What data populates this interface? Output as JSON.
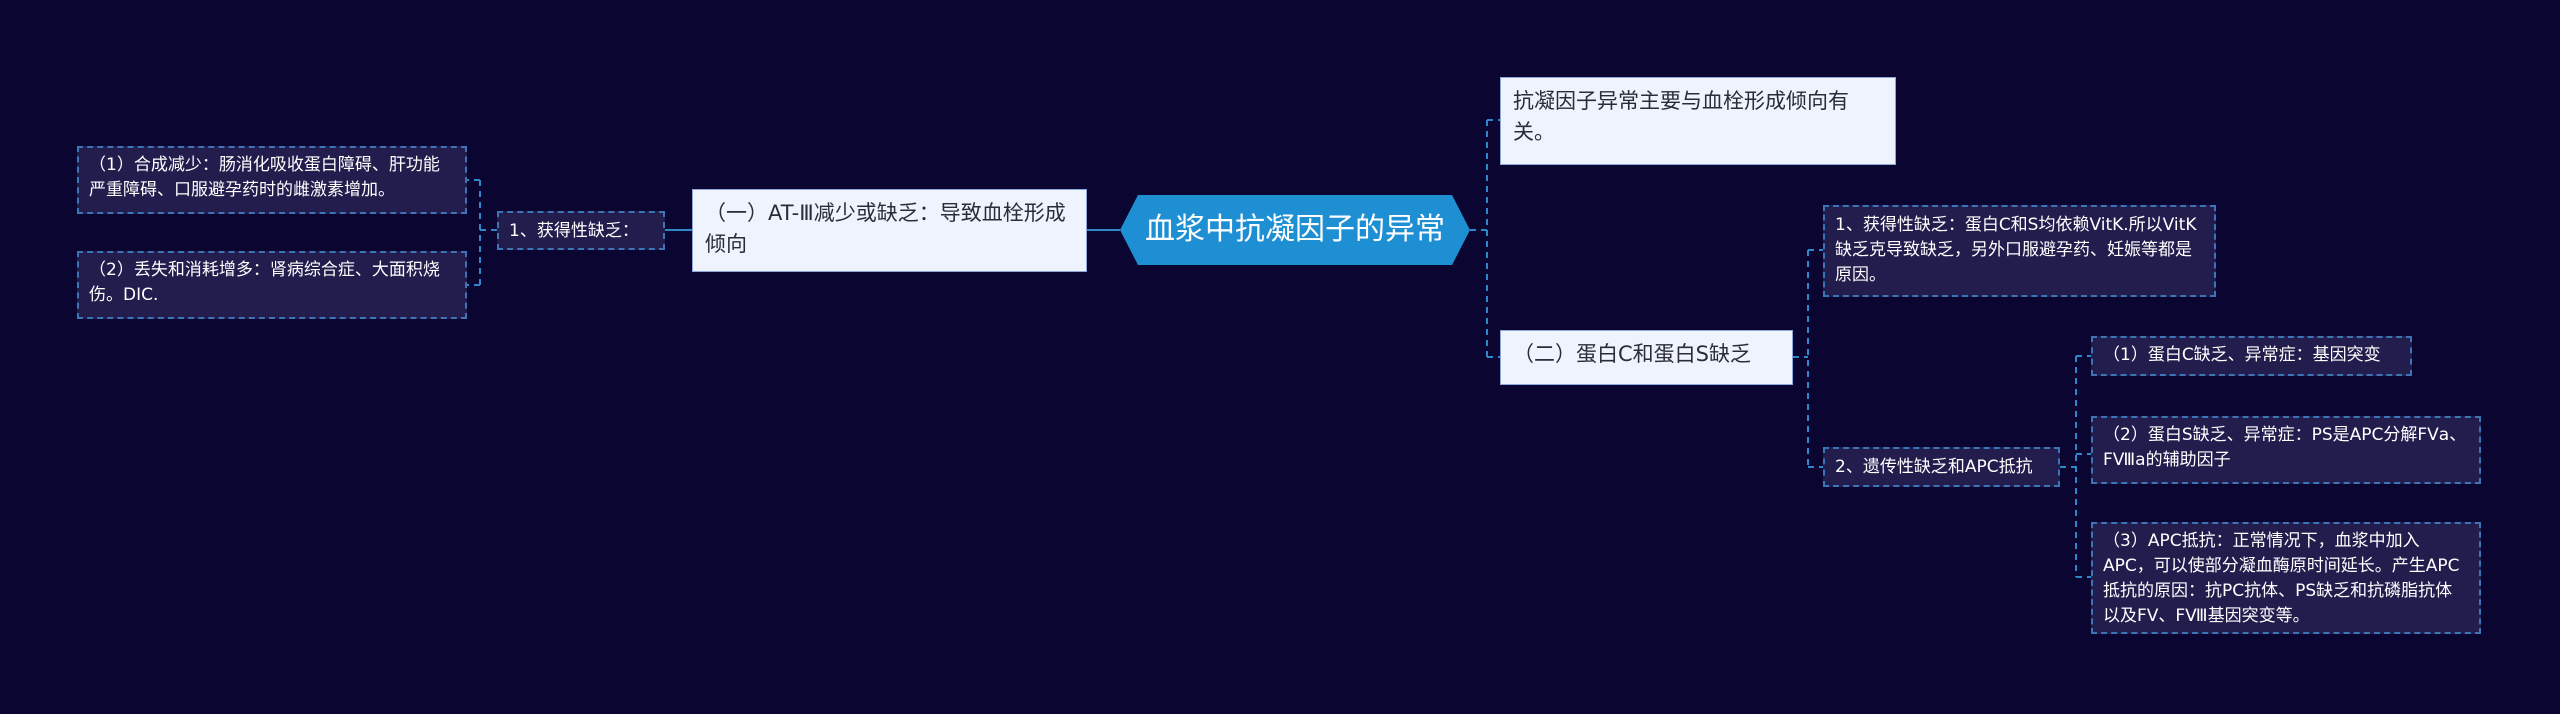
{
  "mindmap": {
    "root": "血浆中抗凝因子的异常",
    "left": {
      "branch": "（一）AT-Ⅲ减少或缺乏：导致血栓形成倾向",
      "child": "1、获得性缺乏：",
      "leaves": [
        "（1）合成减少：肠消化吸收蛋白障碍、肝功能严重障碍、口服避孕药时的雌激素增加。",
        "（2）丢失和消耗增多：肾病综合症、大面积烧伤。DIC."
      ]
    },
    "right": {
      "top_branch": "抗凝因子异常主要与血栓形成倾向有关。",
      "branch": "（二）蛋白C和蛋白S缺乏",
      "acquired": "1、获得性缺乏：蛋白C和S均依赖VitK.所以VitK缺乏克导致缺乏，另外口服避孕药、妊娠等都是原因。",
      "hereditary": "2、遗传性缺乏和APC抵抗",
      "hereditary_items": [
        "（1）蛋白C缺乏、异常症：基因突变",
        "（2）蛋白S缺乏、异常症：PS是APC分解FⅤa、FⅧa的辅助因子",
        "（3）APC抵抗：正常情况下，血浆中加入APC，可以使部分凝血酶原时间延长。产生APC抵抗的原因：抗PC抗体、PS缺乏和抗磷脂抗体以及FⅤ、FⅧ基因突变等。"
      ]
    }
  },
  "colors": {
    "background": "#0b0631",
    "root_fill": "#1e8fd3",
    "branch_fill": "#eef3fd",
    "leaf_fill": "#221d4d",
    "connector": "#2f86c9"
  }
}
